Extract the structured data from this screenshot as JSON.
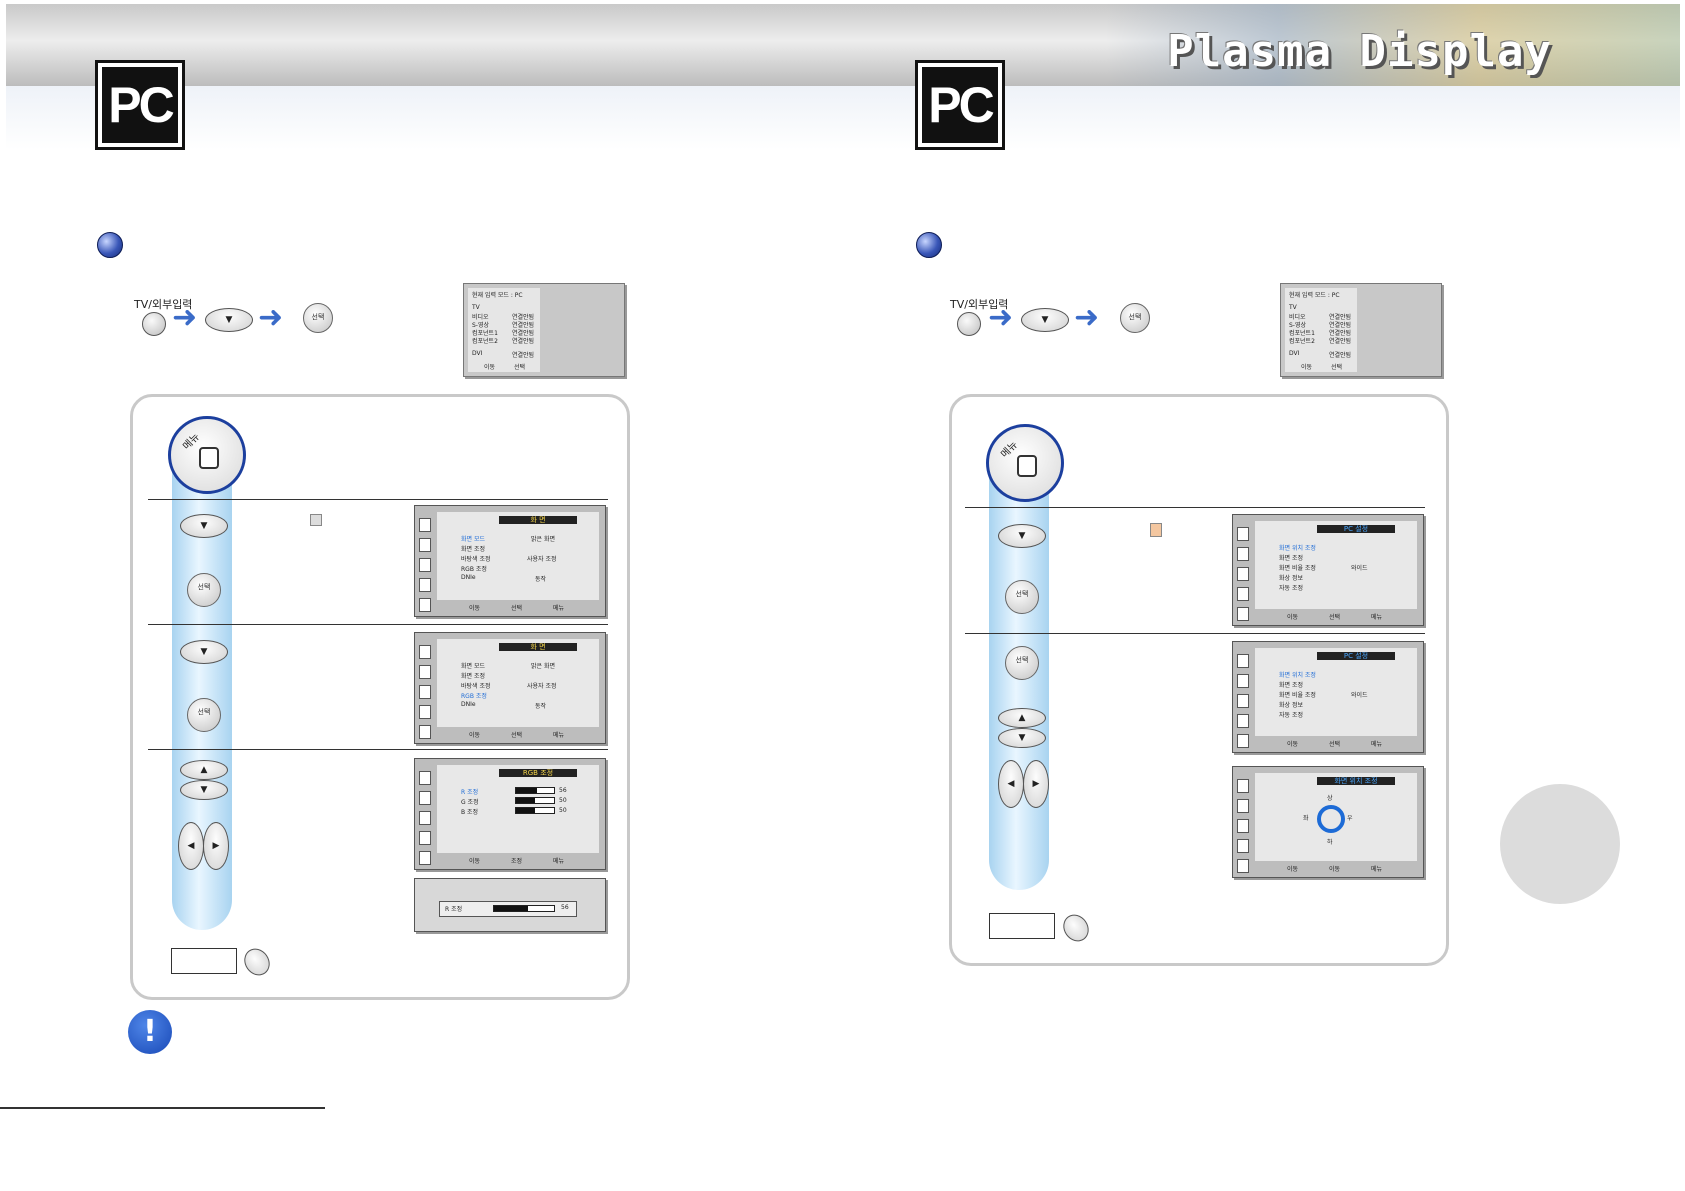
{
  "header": {
    "brand": "Plasma Display"
  },
  "pc_logo": "PC",
  "buttons": {
    "source": "TV/외부입력",
    "select": "선택",
    "menu": "메뉴"
  },
  "source_list": {
    "title": "현재 입력 모드 : PC",
    "rows": [
      {
        "name": "TV",
        "status": ""
      },
      {
        "name": "비디오",
        "status": "연결안됨"
      },
      {
        "name": "S-영상",
        "status": "연결안됨"
      },
      {
        "name": "컴포넌트1",
        "status": "연결안됨"
      },
      {
        "name": "컴포넌트2",
        "status": "연결안됨"
      },
      {
        "name": "DVI",
        "status": "연결안됨"
      }
    ],
    "footer_move": "이동",
    "footer_select": "선택"
  },
  "screen_menu": {
    "title": "화 면",
    "items": [
      {
        "label": "화면 모드",
        "value": "밝은 화면"
      },
      {
        "label": "화면 조정",
        "value": ""
      },
      {
        "label": "바탕색 조정",
        "value": "사용자 조정"
      },
      {
        "label": "RGB 조정",
        "value": ""
      },
      {
        "label": "DNIe",
        "value": "동작"
      }
    ],
    "footer": [
      "이동",
      "선택",
      "메뉴"
    ]
  },
  "rgb_menu": {
    "title": "RGB 조정",
    "items": [
      {
        "label": "R 조정",
        "value": 56
      },
      {
        "label": "G 조정",
        "value": 50
      },
      {
        "label": "B 조정",
        "value": 50
      }
    ],
    "footer": [
      "이동",
      "조정",
      "메뉴"
    ]
  },
  "r_adjust": {
    "label": "R 조정",
    "value": 56
  },
  "pc_menu": {
    "title": "PC 설정",
    "items": [
      {
        "label": "화면 위치 조정",
        "value": ""
      },
      {
        "label": "화면 조정",
        "value": ""
      },
      {
        "label": "화면 비율 조정",
        "value": "와이드"
      },
      {
        "label": "화상 정보",
        "value": ""
      },
      {
        "label": "자동 조정",
        "value": ""
      }
    ],
    "footer": [
      "이동",
      "선택",
      "메뉴"
    ]
  },
  "position_menu": {
    "title": "화면 위치 조정",
    "up": "상",
    "down": "하",
    "left": "좌",
    "right": "우",
    "footer": [
      "이동",
      "이동",
      "메뉴"
    ]
  },
  "warning_mark": "!"
}
